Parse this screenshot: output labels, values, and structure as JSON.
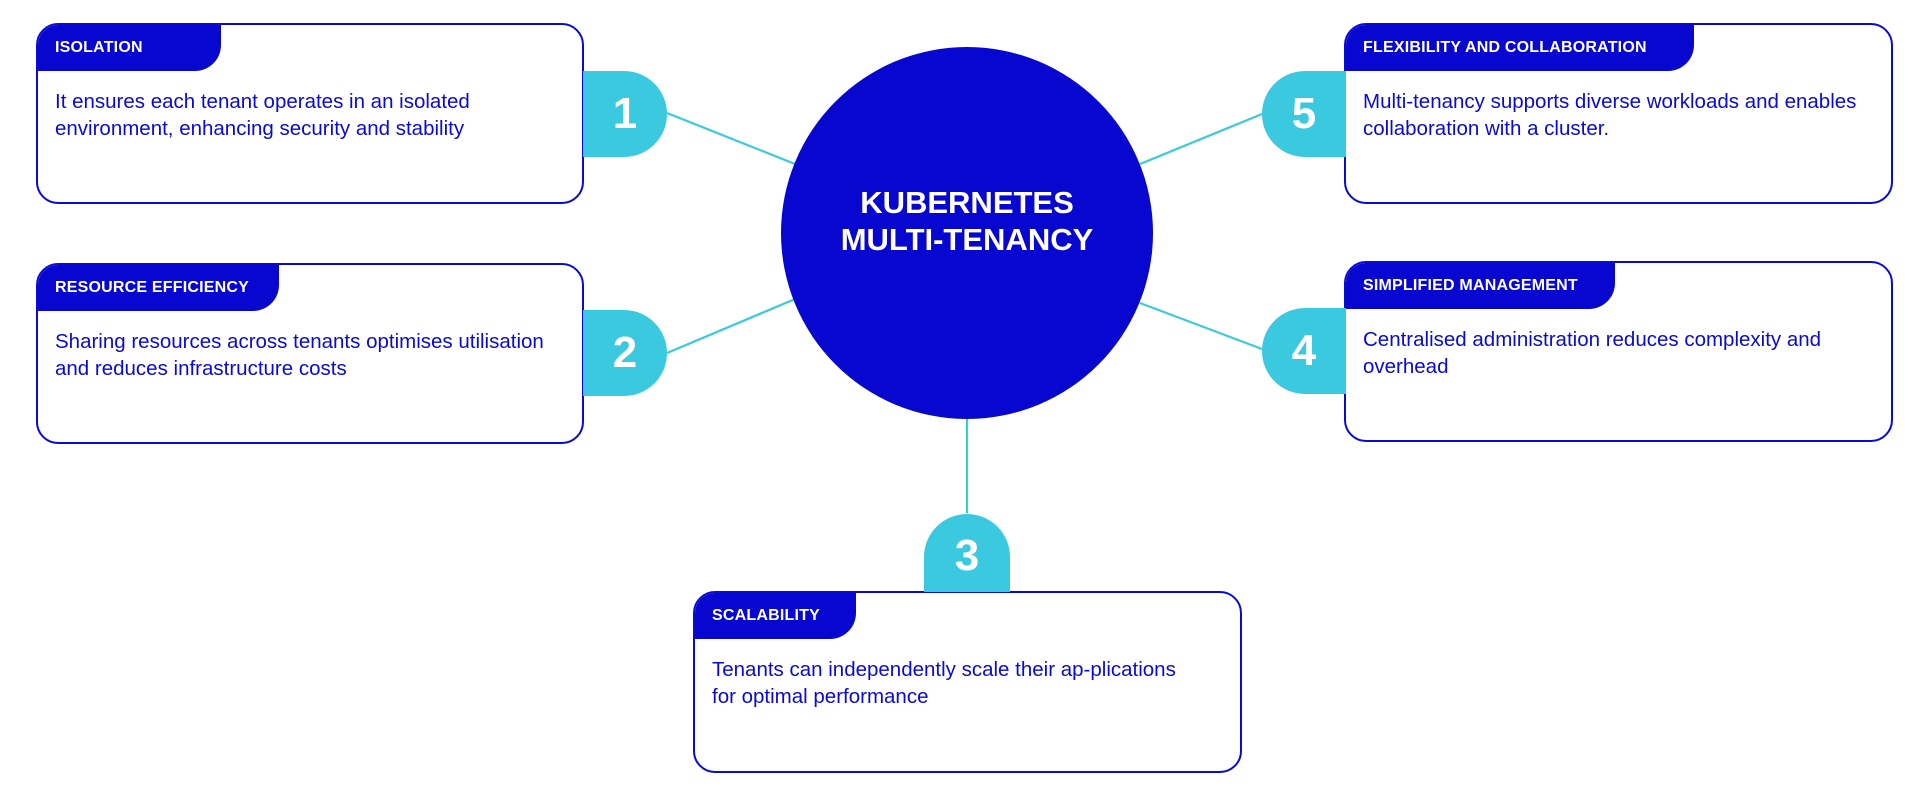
{
  "hub": {
    "line1": "KUBERNETES",
    "line2": "MULTI-TENANCY"
  },
  "colors": {
    "primary": "#0707d0",
    "accent": "#3ac9df",
    "background": "#ffffff"
  },
  "items": [
    {
      "number": "1",
      "title": "ISOLATION",
      "description": "It ensures each tenant operates in an isolated environment, enhancing security and stability"
    },
    {
      "number": "2",
      "title": "RESOURCE EFFICIENCY",
      "description": "Sharing resources across tenants optimises utilisation and reduces infrastructure costs"
    },
    {
      "number": "3",
      "title": "SCALABILITY",
      "description": "Tenants can independently scale their ap-plications for optimal performance"
    },
    {
      "number": "4",
      "title": "SIMPLIFIED MANAGEMENT",
      "description": "Centralised administration reduces complexity and overhead"
    },
    {
      "number": "5",
      "title": "FLEXIBILITY AND COLLABORATION",
      "description": "Multi-tenancy supports diverse workloads and enables collaboration with a cluster."
    }
  ]
}
